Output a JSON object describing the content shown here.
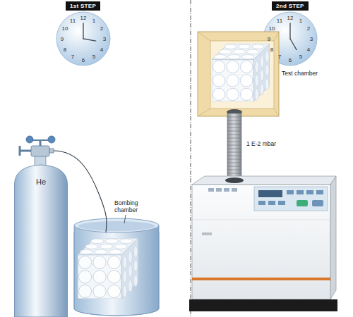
{
  "diagram": {
    "nodes": [
      {
        "text": [
          "1st STEP"
        ]
      },
      {
        "text": [
          "2nd STEP"
        ]
      },
      {
        "text": [
          "He"
        ]
      }
    ],
    "labels": [
      "12",
      "1",
      "2",
      "3",
      "4",
      "5",
      "6",
      "7",
      "8",
      "9",
      "10",
      "11",
      "12",
      "1",
      "2",
      "3",
      "4",
      "5",
      "6",
      "7",
      "8",
      "9",
      "10",
      "11",
      "Test chamber",
      "Bombing chamber",
      "1 E-2 mbar"
    ]
  }
}
